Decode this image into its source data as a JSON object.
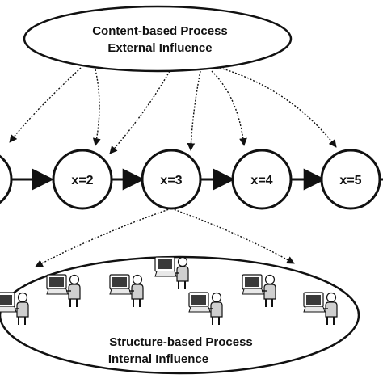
{
  "content_process": {
    "title": "Content-based Process",
    "subtitle": "External Influence"
  },
  "structure_process": {
    "title": "Structure-based Process",
    "subtitle": "Internal Influence"
  },
  "states": [
    {
      "label": ""
    },
    {
      "label": "x=2"
    },
    {
      "label": "x=3"
    },
    {
      "label": "x=4"
    },
    {
      "label": "x=5"
    }
  ],
  "colors": {
    "stroke": "#111111",
    "background": "#ffffff",
    "monitor": "#3a3a3a",
    "person": "#cfcfcf"
  },
  "icons": [
    "computer-user-icon",
    "arrow-head-icon"
  ]
}
